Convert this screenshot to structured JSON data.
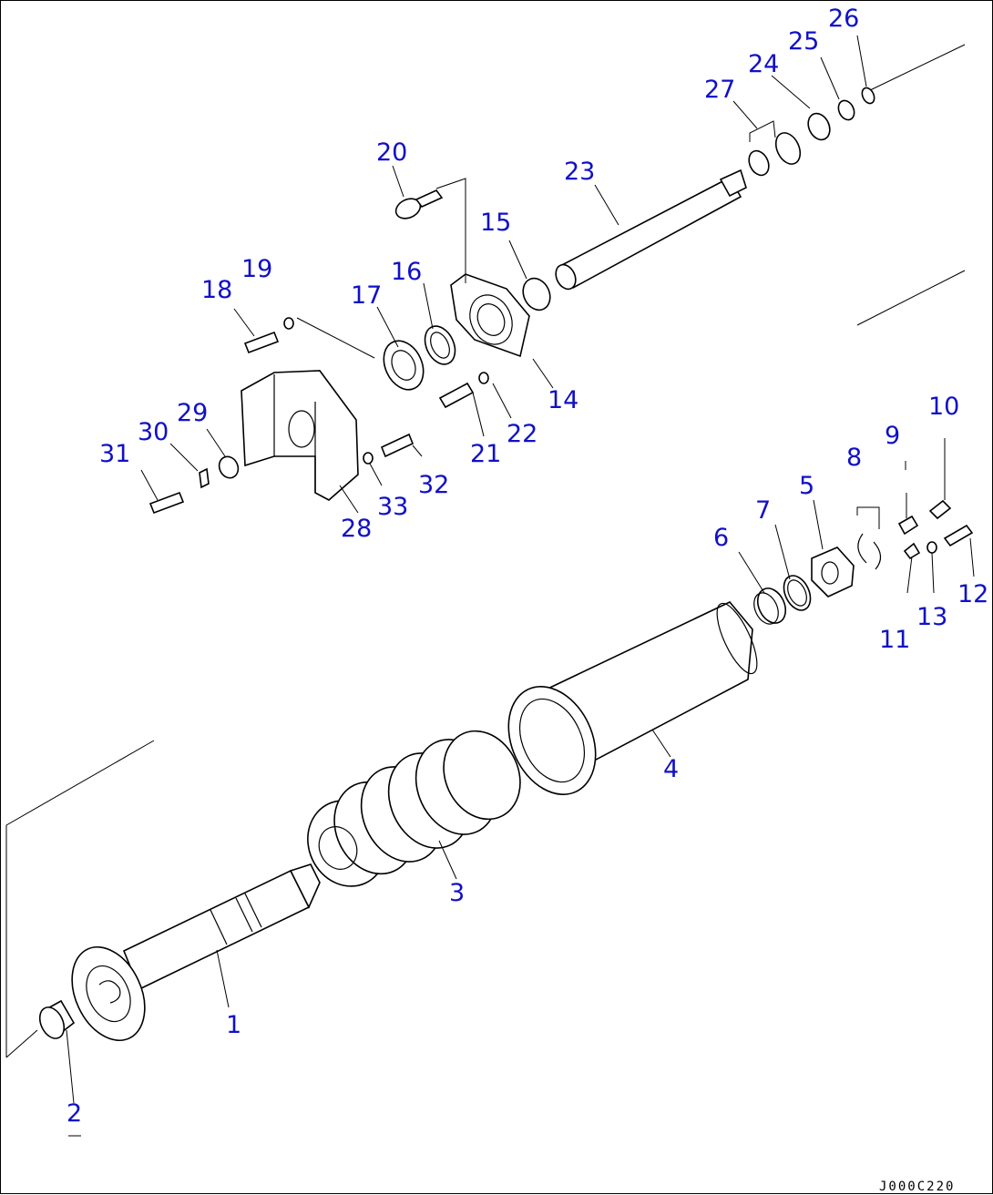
{
  "diagram": {
    "callouts": [
      "1",
      "2",
      "3",
      "4",
      "5",
      "6",
      "7",
      "8",
      "9",
      "10",
      "11",
      "12",
      "13",
      "14",
      "15",
      "16",
      "17",
      "18",
      "19",
      "20",
      "21",
      "22",
      "23",
      "24",
      "25",
      "26",
      "27",
      "28",
      "29",
      "30",
      "31",
      "32",
      "33"
    ],
    "drawing_code": "J000C220",
    "ink_color": "#000000",
    "callout_color": "#1010c8"
  }
}
